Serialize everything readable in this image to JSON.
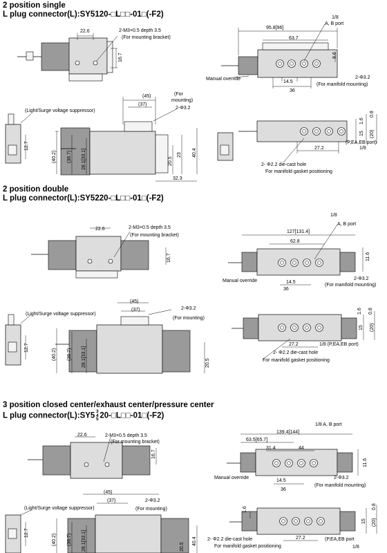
{
  "sections": [
    {
      "title": "2 position single",
      "subtitle": "L plug connector(L):SY5120-□L□□-01□(-F2)",
      "labels": {
        "d22_6": "22.6",
        "m3": "2-M3×0.5 depth 3.5",
        "bracket": "(For mounting bracket)",
        "d16_7": "16.7",
        "d95_8": "95.8[96]",
        "p1_8": "1/8",
        "abport": "A, B port",
        "d63_7": "63.7",
        "d8_6": "8.6",
        "manual": "Manual override",
        "d14_5": "14.5",
        "d36": "36",
        "phi32": "2-Φ3.2",
        "manifold_mount": "(For manifold mounting)",
        "d45": "(45)",
        "d37": "(37)",
        "for_mounting": "(For",
        "mounting": "mounting)",
        "phi32b": "2-Φ3.2",
        "suppressor": "(Light/Surge voltage suppressor)",
        "d12_7": "12.7",
        "d40_2": "(40.2)",
        "d36_7": "(36.7)",
        "d28_1": "28.1[33.1]",
        "d20_5": "20.5",
        "d23": "23",
        "d40_4": "40.4",
        "d32_3": "32.3",
        "d1_6": "1.6",
        "d0_8": "0.8",
        "d15": "15",
        "d20": "(20)",
        "d27_2": "27.2",
        "pea": "(P,EA,EB port)",
        "p1_8b": "1/8",
        "diecast": "2- Φ2.2 die-cast hole",
        "gasket": "For manifold gasket positioning"
      }
    },
    {
      "title": "2 position double",
      "subtitle": "L plug connector(L):SY5220-□L□□-01□(-F2)",
      "labels": {
        "d22_6": "22.6",
        "m3": "2-M3×0.5 depth 3.5",
        "bracket": "(For mounting bracket)",
        "d16_7": "16.7",
        "p1_8": "1/8",
        "abport": "A, B port",
        "d127": "127[131.4]",
        "d62_8": "62.8",
        "d11_6": "11.6",
        "manual": "Manual override",
        "d14_5": "14.5",
        "d36": "36",
        "phi32": "2-Φ3.2",
        "manifold_mount": "(For manifold mounting)",
        "d45": "(45)",
        "d37": "(37)",
        "phi32b": "2-Φ3.2",
        "for_mounting": "(For mounting)",
        "suppressor": "(Light/Surge voltage suppressor)",
        "d12_7": "12.7",
        "d40_2": "(40.2)",
        "d36_7": "(36.7)",
        "d28_1": "28.1[33.1]",
        "d20_5": "20.5",
        "d1_6": "1.6",
        "d0_8": "0.8",
        "d15": "15",
        "d20": "(20)",
        "d27_2": "27.2",
        "pea": "1/8 (P,EA,EB port)",
        "diecast": "2- Φ2.2 die-cast hole",
        "gasket": "For manifold gasket positioning"
      }
    },
    {
      "title": "3 position closed center/exhaust center/pressure center",
      "subtitle_pre": "L plug connector(L):SY5",
      "stack": [
        "3",
        "4",
        "5"
      ],
      "subtitle_post": "20-□L□□-01□(-F2)",
      "labels": {
        "d22_6": "22.6",
        "m3": "2-M3×0.5 depth 3.5",
        "bracket": "(For mounting bracket)",
        "d16_7": "16.7",
        "d139": "139.4[144]",
        "abport": "1/8 A, B port",
        "d63_5": "63.5[65.7]",
        "d31_4": "31.4",
        "d44": "44",
        "d11_6": "11.6",
        "manual": "Manual override",
        "d14_5": "14.5",
        "d36": "36",
        "phi32": "2-Φ3.2",
        "manifold_mount": "(For manifold mounting)",
        "d45": "(45)",
        "d37": "(37)",
        "phi32b": "2-Φ3.2",
        "for_mounting": "(For mounting)",
        "suppressor": "(Light/Surge voltage suppressor)",
        "d12_7": "12.7",
        "d40_2": "(40.2)",
        "d36_7": "(36.7)",
        "d28_1": "28.1[33.1]",
        "d20_5": "20.5",
        "d40_4": "40.4",
        "d1_6": "1.6",
        "d0_8": "0.8",
        "d15": "15",
        "d20": "(20)",
        "d27_2": "27.2",
        "pea": "(P,EA,EB port",
        "p1_8": "1/8",
        "diecast": "2- Φ2.2 die-cast hole",
        "gasket": "For manifold gasket positioning"
      }
    }
  ]
}
